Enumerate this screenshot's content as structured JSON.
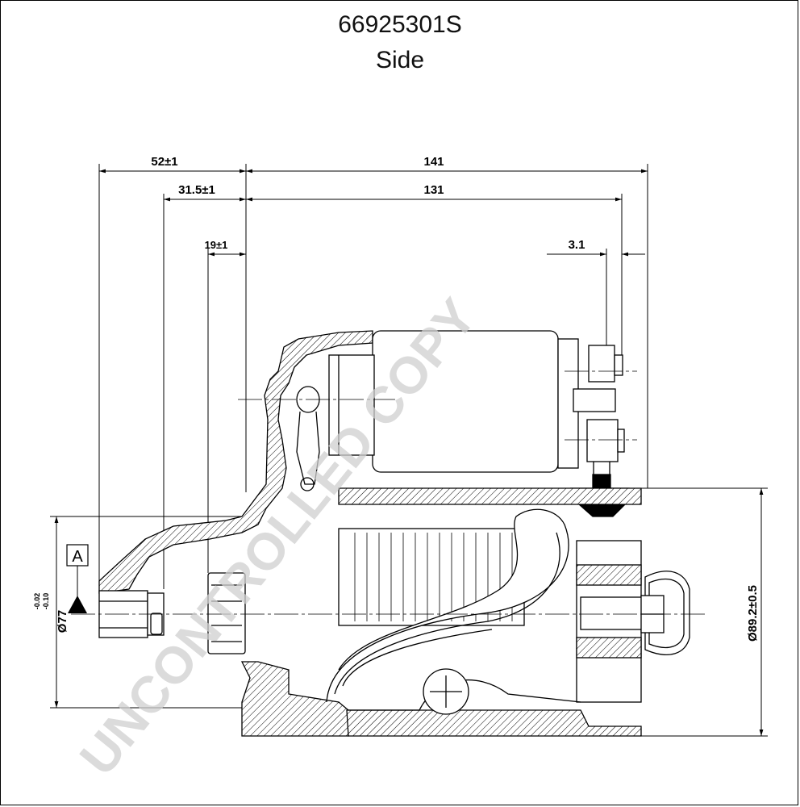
{
  "title": {
    "part_number": "66925301S",
    "view": "Side"
  },
  "dimensions": {
    "d52": "52±1",
    "d141": "141",
    "d31_5": "31.5±1",
    "d131": "131",
    "d19": "19±1",
    "d3_1": "3.1",
    "dia77": "Ø77",
    "tol_upper": "-0.02",
    "tol_lower": "-0.10",
    "dia89": "Ø89.2±0.5",
    "datum": "A"
  },
  "watermark": "UNCONTROLLED COPY",
  "colors": {
    "line": "#000000",
    "watermark": "#cfcfcf"
  }
}
